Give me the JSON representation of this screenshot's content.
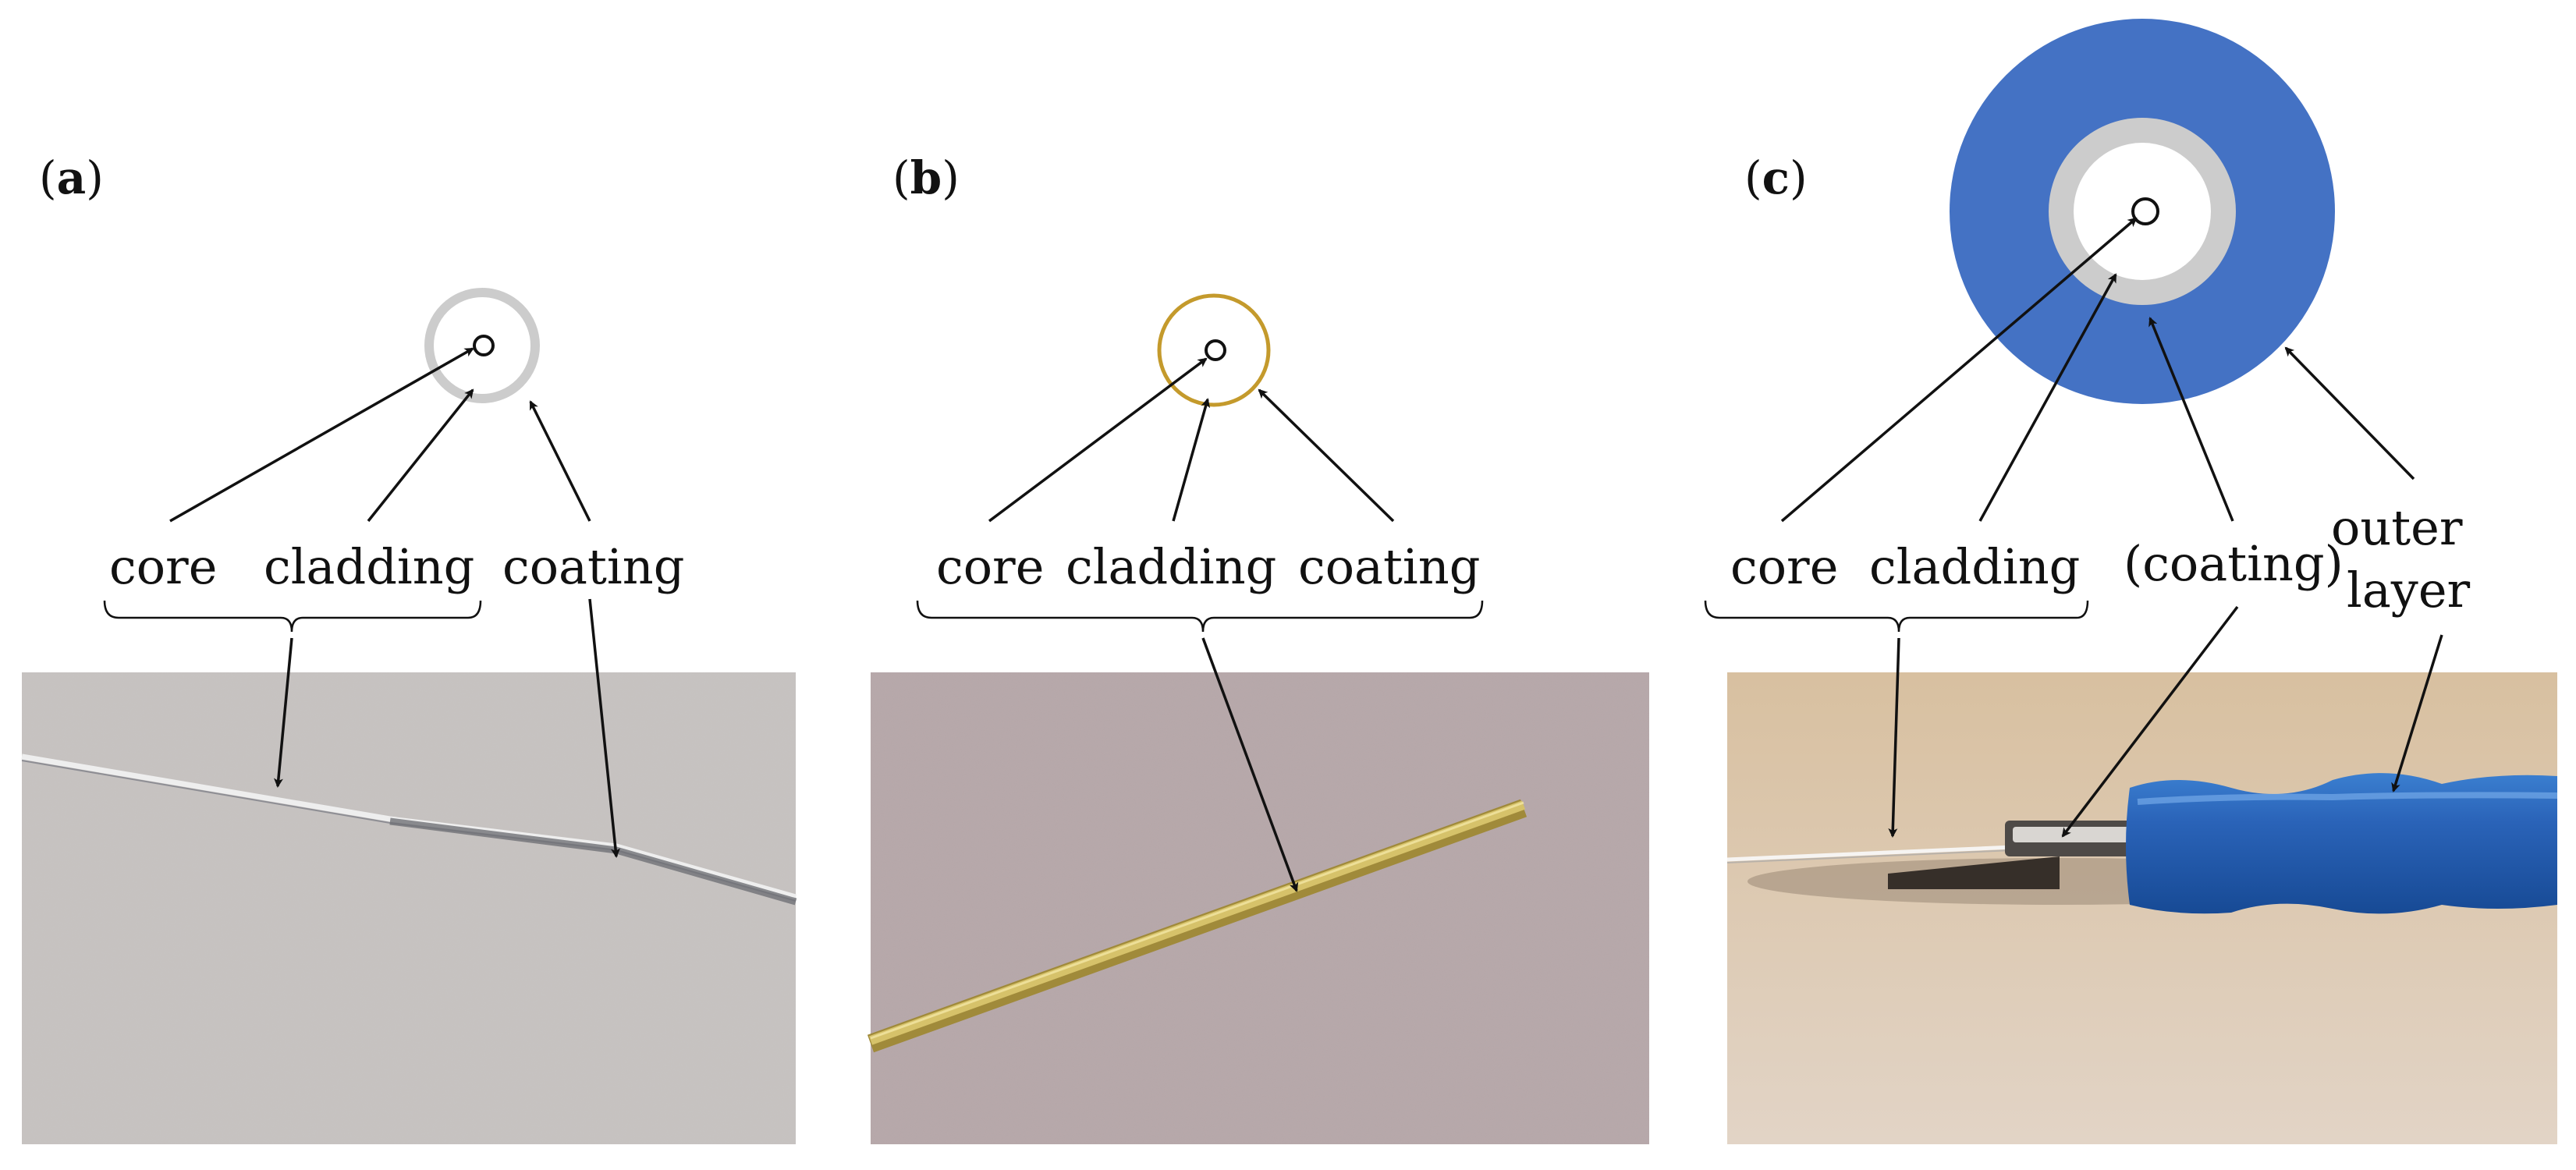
{
  "colors": {
    "background": "#ffffff",
    "ink": "#111111",
    "grey_ring": "#cccccc",
    "gold_ring": "#c49a2c",
    "blue_outer_layer": "#4472c4",
    "photo_a_bg": "#c5c1c0",
    "photo_b_bg": "#b5a4a5",
    "photo_c_bg": "#dccab6"
  },
  "icons": {
    "arrow": "arrow-icon",
    "brace": "curly-brace-icon"
  },
  "panels": [
    {
      "id": "a",
      "label_open": "(",
      "label_letter": "a",
      "label_close": ")",
      "labels": [
        "core",
        "cladding",
        "coating"
      ],
      "ring_color": "grey_ring",
      "photo": "bare optical fiber on a grey surface"
    },
    {
      "id": "b",
      "label_open": "(",
      "label_letter": "b",
      "label_close": ")",
      "labels": [
        "core",
        "cladding",
        "coating"
      ],
      "ring_color": "gold_ring",
      "photo": "gold-coated optical fiber on a mauve surface"
    },
    {
      "id": "c",
      "label_open": "(",
      "label_letter": "c",
      "label_close": ")",
      "labels": [
        "core",
        "cladding",
        "(coating)",
        "outer",
        "layer"
      ],
      "ring_color": "grey_ring",
      "outer_color": "blue_outer_layer",
      "photo": "stripped fiber with blue outer jacket on a beige surface"
    }
  ]
}
